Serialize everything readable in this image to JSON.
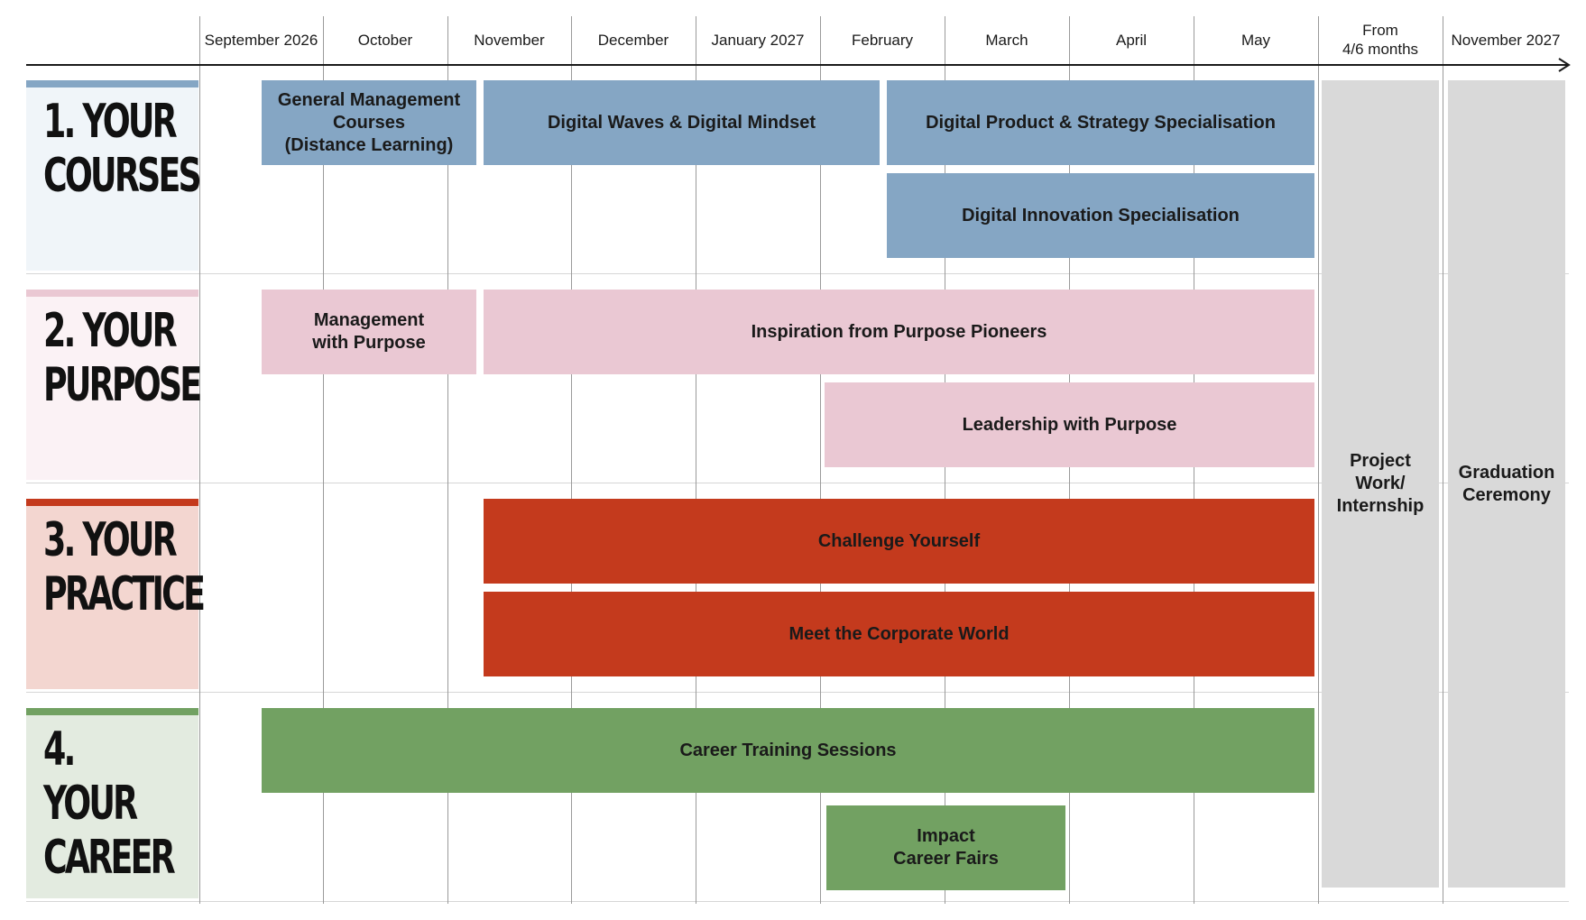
{
  "months": [
    "September 2026",
    "October",
    "November",
    "December",
    "January 2027",
    "February",
    "March",
    "April",
    "May",
    "From\n4/6 months",
    "November 2027"
  ],
  "sections": [
    {
      "title": "1. YOUR\nCOURSES",
      "accent": "#85a6c4",
      "panel": "#f0f5f9"
    },
    {
      "title": "2. YOUR\nPURPOSE",
      "accent": "#eac8d3",
      "panel": "#fbf2f5"
    },
    {
      "title": "3. YOUR\nPRACTICE",
      "accent": "#c43a1d",
      "panel": "#f3d6d0"
    },
    {
      "title": "4. YOUR\nCAREER",
      "accent": "#72a162",
      "panel": "#e3ebe0"
    }
  ],
  "bars": [
    {
      "label": "General Management\nCourses\n(Distance Learning)",
      "section": 0
    },
    {
      "label": "Digital Waves & Digital Mindset",
      "section": 0
    },
    {
      "label": "Digital Product & Strategy Specialisation",
      "section": 0
    },
    {
      "label": "Digital Innovation Specialisation",
      "section": 0
    },
    {
      "label": "Management\nwith Purpose",
      "section": 1
    },
    {
      "label": "Inspiration from Purpose Pioneers",
      "section": 1
    },
    {
      "label": "Leadership with Purpose",
      "section": 1
    },
    {
      "label": "Challenge Yourself",
      "section": 2
    },
    {
      "label": "Meet the Corporate World",
      "section": 2
    },
    {
      "label": "Career Training Sessions",
      "section": 3
    },
    {
      "label": "Impact\nCareer Fairs",
      "section": 3
    }
  ],
  "phases": [
    {
      "label": "Project\nWork/\nInternship"
    },
    {
      "label": "Graduation\nCeremony"
    }
  ],
  "colors": {
    "phase_gray": "#d9d9d9",
    "grid": "#9a9a9a",
    "axis": "#1a1a1a"
  }
}
